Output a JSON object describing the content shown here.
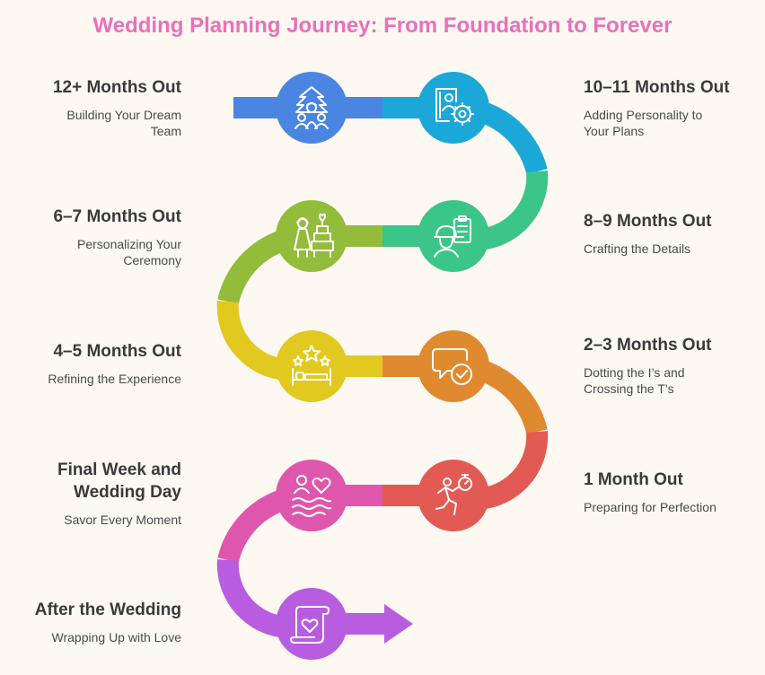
{
  "title": "Wedding Planning Journey: From Foundation to Forever",
  "colors": {
    "title": "#ec6fba",
    "background": "#fdf8f2"
  },
  "steps": [
    {
      "title": "12+ Months Out",
      "desc": "Building Your Dream\nTeam",
      "color": "#4a86e1",
      "icon": "team-pyramid-icon"
    },
    {
      "title": "10–11 Months Out",
      "desc": "Adding Personality to\nYour Plans",
      "color": "#1ba8d8",
      "icon": "profile-gear-icon"
    },
    {
      "title": "8–9 Months Out",
      "desc": "Crafting the Details",
      "color": "#3cc588",
      "icon": "worker-checklist-icon"
    },
    {
      "title": "6–7 Months Out",
      "desc": "Personalizing Your\nCeremony",
      "color": "#93bc3a",
      "icon": "bride-cake-icon"
    },
    {
      "title": "4–5 Months Out",
      "desc": "Refining the Experience",
      "color": "#e2c91f",
      "icon": "stars-bed-icon"
    },
    {
      "title": "2–3 Months Out",
      "desc": "Dotting the I’s and\nCrossing the T’s",
      "color": "#e08a2f",
      "icon": "chat-check-icon"
    },
    {
      "title": "1 Month Out",
      "desc": "Preparing for Perfection",
      "color": "#e35a55",
      "icon": "runner-stopwatch-icon"
    },
    {
      "title": "Final Week and\nWedding Day",
      "desc": "Savor Every Moment",
      "color": "#de57ad",
      "icon": "person-heart-wave-icon"
    },
    {
      "title": "After the Wedding",
      "desc": "Wrapping Up with Love",
      "color": "#b85ce0",
      "icon": "scroll-heart-icon"
    }
  ]
}
